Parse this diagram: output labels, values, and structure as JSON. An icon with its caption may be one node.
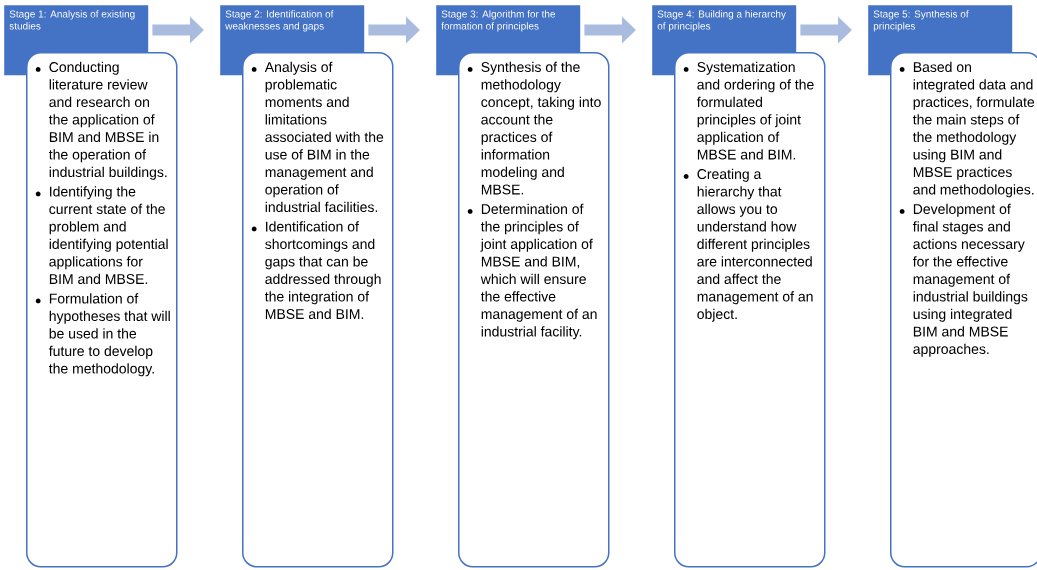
{
  "diagram": {
    "nodes": [
      {
        "text": [
          "Stage 1: Analysis of existing studies"
        ]
      },
      {
        "text": [
          "Conducting literature review and research on the application of BIM and MBSE in the operation of industrial buildings.",
          "Identifying the current state of the problem and identifying potential applications for BIM and MBSE.",
          "Formulation of hypotheses that will be used in the future to develop the methodology."
        ]
      },
      {
        "text": [
          "Stage 2: Identification of weaknesses and gaps"
        ]
      },
      {
        "text": [
          "Analysis of problematic moments and limitations associated with the use of BIM in the management and operation of industrial facilities.",
          "Identification of shortcomings and gaps that can be addressed through the integration of MBSE and BIM."
        ]
      },
      {
        "text": [
          "Stage 3: Algorithm for the formation of principles"
        ]
      },
      {
        "text": [
          "Synthesis of the methodology concept, taking into account the practices of information modeling and MBSE.",
          "Determination of the principles of joint application of MBSE and BIM, which will ensure the effective management of an industrial facility."
        ]
      },
      {
        "text": [
          "Stage 4: Building a hierarchy of principles"
        ]
      },
      {
        "text": [
          "Systematization and ordering of the formulated principles of joint application of MBSE and BIM.",
          "Creating a hierarchy that allows you to understand how different principles are interconnected and affect the management of an object."
        ]
      },
      {
        "text": [
          "Stage 5: Synthesis of principles"
        ]
      },
      {
        "text": [
          "Based on integrated data and practices, formulate the main steps of the methodology using BIM and MBSE practices and methodologies.",
          "Development of final stages and actions necessary for the effective management of industrial buildings using integrated BIM and MBSE approaches."
        ]
      }
    ],
    "edges": [
      {
        "from": 0,
        "to": 2,
        "arrow": "to"
      },
      {
        "from": 2,
        "to": 4,
        "arrow": "to"
      },
      {
        "from": 4,
        "to": 6,
        "arrow": "to"
      },
      {
        "from": 6,
        "to": 8,
        "arrow": "to"
      }
    ]
  }
}
